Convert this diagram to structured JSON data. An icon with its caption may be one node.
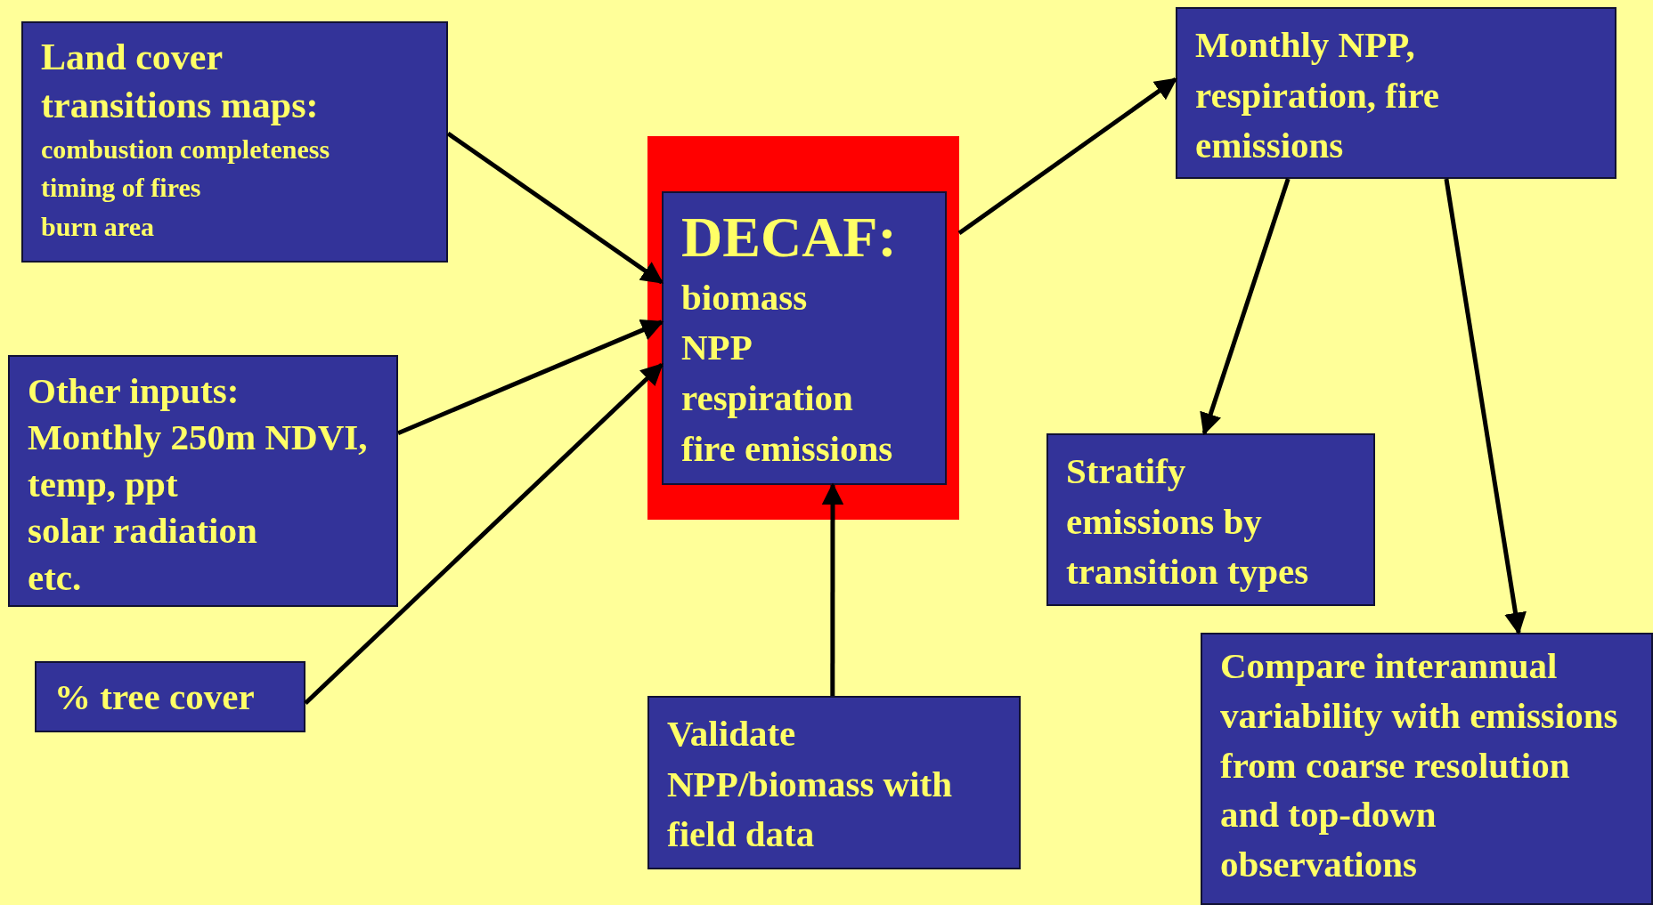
{
  "diagram": {
    "nodes": [
      {
        "text": [
          "Land cover transitions maps:",
          "combustion completeness",
          "timing of fires",
          "burn area"
        ]
      },
      {
        "text": [
          "Other inputs:",
          "Monthly 250m NDVI, temp, ppt",
          "solar radiation",
          "etc."
        ]
      },
      {
        "text": [
          "% tree cover"
        ]
      },
      {
        "text": [],
        "shape": "box"
      },
      {
        "text": [
          "DECAF:",
          "biomass",
          "NPP",
          "respiration",
          "fire emissions"
        ],
        "in": 3
      },
      {
        "text": [
          "Validate NPP/biomass with field data"
        ]
      },
      {
        "text": [
          "Monthly NPP, respiration, fire emissions"
        ]
      },
      {
        "text": [
          "Stratify emissions by transition types"
        ]
      },
      {
        "text": [
          "Compare interannual variability with emissions from coarse resolution and top-down observations"
        ]
      }
    ],
    "edges": [
      {
        "from": 0,
        "to": 4,
        "arrow": "to"
      },
      {
        "from": 1,
        "to": 4,
        "arrow": "to"
      },
      {
        "from": 2,
        "to": 4,
        "arrow": "to"
      },
      {
        "from": 5,
        "to": 4,
        "arrow": "to"
      },
      {
        "from": 3,
        "to": 6,
        "arrow": "to"
      },
      {
        "from": 6,
        "to": 7,
        "arrow": "to"
      },
      {
        "from": 6,
        "to": 8,
        "arrow": "to"
      }
    ]
  }
}
